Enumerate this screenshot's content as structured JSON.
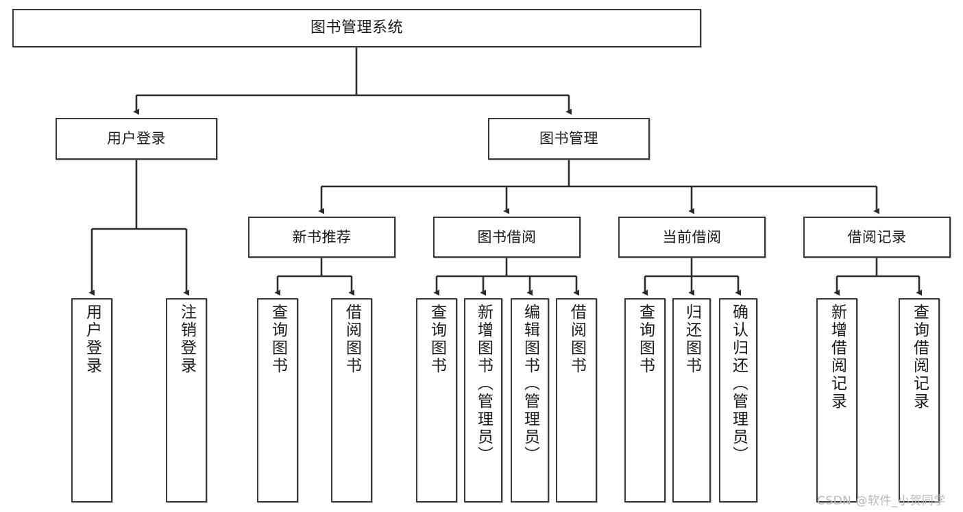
{
  "diagram": {
    "type": "tree",
    "title": "图书管理系统",
    "watermark": "CSDN @软件_小贺同学",
    "colors": {
      "box_border": "#3a3a3a",
      "box_fill": "#ffffff",
      "connector": "#2b2b2b",
      "text": "#1a1a1a",
      "watermark": "#b9b9b9"
    },
    "root": {
      "label": "图书管理系统"
    },
    "level1": [
      {
        "label": "用户登录"
      },
      {
        "label": "图书管理"
      }
    ],
    "level2": [
      {
        "label": "新书推荐"
      },
      {
        "label": "图书借阅"
      },
      {
        "label": "当前借阅"
      },
      {
        "label": "借阅记录"
      }
    ],
    "leaves": {
      "user_login": [
        {
          "label": "用户登录"
        },
        {
          "label": "注销登录"
        }
      ],
      "new_book_recommend": [
        {
          "label": "查询图书"
        },
        {
          "label": "借阅图书"
        }
      ],
      "book_borrow": [
        {
          "label": "查询图书"
        },
        {
          "label": "新增图书（管理员）"
        },
        {
          "label": "编辑图书（管理员）"
        },
        {
          "label": "借阅图书"
        }
      ],
      "current_borrow": [
        {
          "label": "查询图书"
        },
        {
          "label": "归还图书"
        },
        {
          "label": "确认归还（管理员）"
        }
      ],
      "borrow_records": [
        {
          "label": "新增借阅记录"
        },
        {
          "label": "查询借阅记录"
        }
      ]
    }
  }
}
